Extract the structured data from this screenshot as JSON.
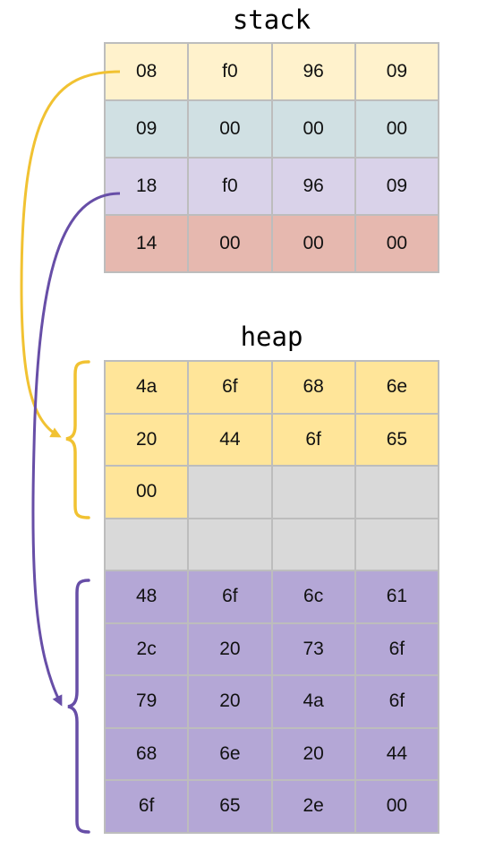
{
  "stack": {
    "title": "stack",
    "rows": [
      {
        "color": "#fff2cc",
        "cells": [
          "08",
          "f0",
          "96",
          "09"
        ]
      },
      {
        "color": "#d0e0e3",
        "cells": [
          "09",
          "00",
          "00",
          "00"
        ]
      },
      {
        "color": "#d9d2e9",
        "cells": [
          "18",
          "f0",
          "96",
          "09"
        ]
      },
      {
        "color": "#e6b8af",
        "cells": [
          "14",
          "00",
          "00",
          "00"
        ]
      }
    ]
  },
  "heap": {
    "title": "heap",
    "rows": [
      {
        "cells": [
          {
            "v": "4a",
            "c": "#ffe599"
          },
          {
            "v": "6f",
            "c": "#ffe599"
          },
          {
            "v": "68",
            "c": "#ffe599"
          },
          {
            "v": "6e",
            "c": "#ffe599"
          }
        ]
      },
      {
        "cells": [
          {
            "v": "20",
            "c": "#ffe599"
          },
          {
            "v": "44",
            "c": "#ffe599"
          },
          {
            "v": "6f",
            "c": "#ffe599"
          },
          {
            "v": "65",
            "c": "#ffe599"
          }
        ]
      },
      {
        "cells": [
          {
            "v": "00",
            "c": "#ffe599"
          },
          {
            "v": "",
            "c": "#d9d9d9"
          },
          {
            "v": "",
            "c": "#d9d9d9"
          },
          {
            "v": "",
            "c": "#d9d9d9"
          }
        ]
      },
      {
        "cells": [
          {
            "v": "",
            "c": "#d9d9d9"
          },
          {
            "v": "",
            "c": "#d9d9d9"
          },
          {
            "v": "",
            "c": "#d9d9d9"
          },
          {
            "v": "",
            "c": "#d9d9d9"
          }
        ]
      },
      {
        "cells": [
          {
            "v": "48",
            "c": "#b4a7d6"
          },
          {
            "v": "6f",
            "c": "#b4a7d6"
          },
          {
            "v": "6c",
            "c": "#b4a7d6"
          },
          {
            "v": "61",
            "c": "#b4a7d6"
          }
        ]
      },
      {
        "cells": [
          {
            "v": "2c",
            "c": "#b4a7d6"
          },
          {
            "v": "20",
            "c": "#b4a7d6"
          },
          {
            "v": "73",
            "c": "#b4a7d6"
          },
          {
            "v": "6f",
            "c": "#b4a7d6"
          }
        ]
      },
      {
        "cells": [
          {
            "v": "79",
            "c": "#b4a7d6"
          },
          {
            "v": "20",
            "c": "#b4a7d6"
          },
          {
            "v": "4a",
            "c": "#b4a7d6"
          },
          {
            "v": "6f",
            "c": "#b4a7d6"
          }
        ]
      },
      {
        "cells": [
          {
            "v": "68",
            "c": "#b4a7d6"
          },
          {
            "v": "6e",
            "c": "#b4a7d6"
          },
          {
            "v": "20",
            "c": "#b4a7d6"
          },
          {
            "v": "44",
            "c": "#b4a7d6"
          }
        ]
      },
      {
        "cells": [
          {
            "v": "6f",
            "c": "#b4a7d6"
          },
          {
            "v": "65",
            "c": "#b4a7d6"
          },
          {
            "v": "2e",
            "c": "#b4a7d6"
          },
          {
            "v": "00",
            "c": "#b4a7d6"
          }
        ]
      }
    ]
  },
  "pointers": [
    {
      "from": "stack-row-0",
      "to": "heap-string-1",
      "color": "#f1c232"
    },
    {
      "from": "stack-row-2",
      "to": "heap-string-2",
      "color": "#674ea7"
    }
  ]
}
